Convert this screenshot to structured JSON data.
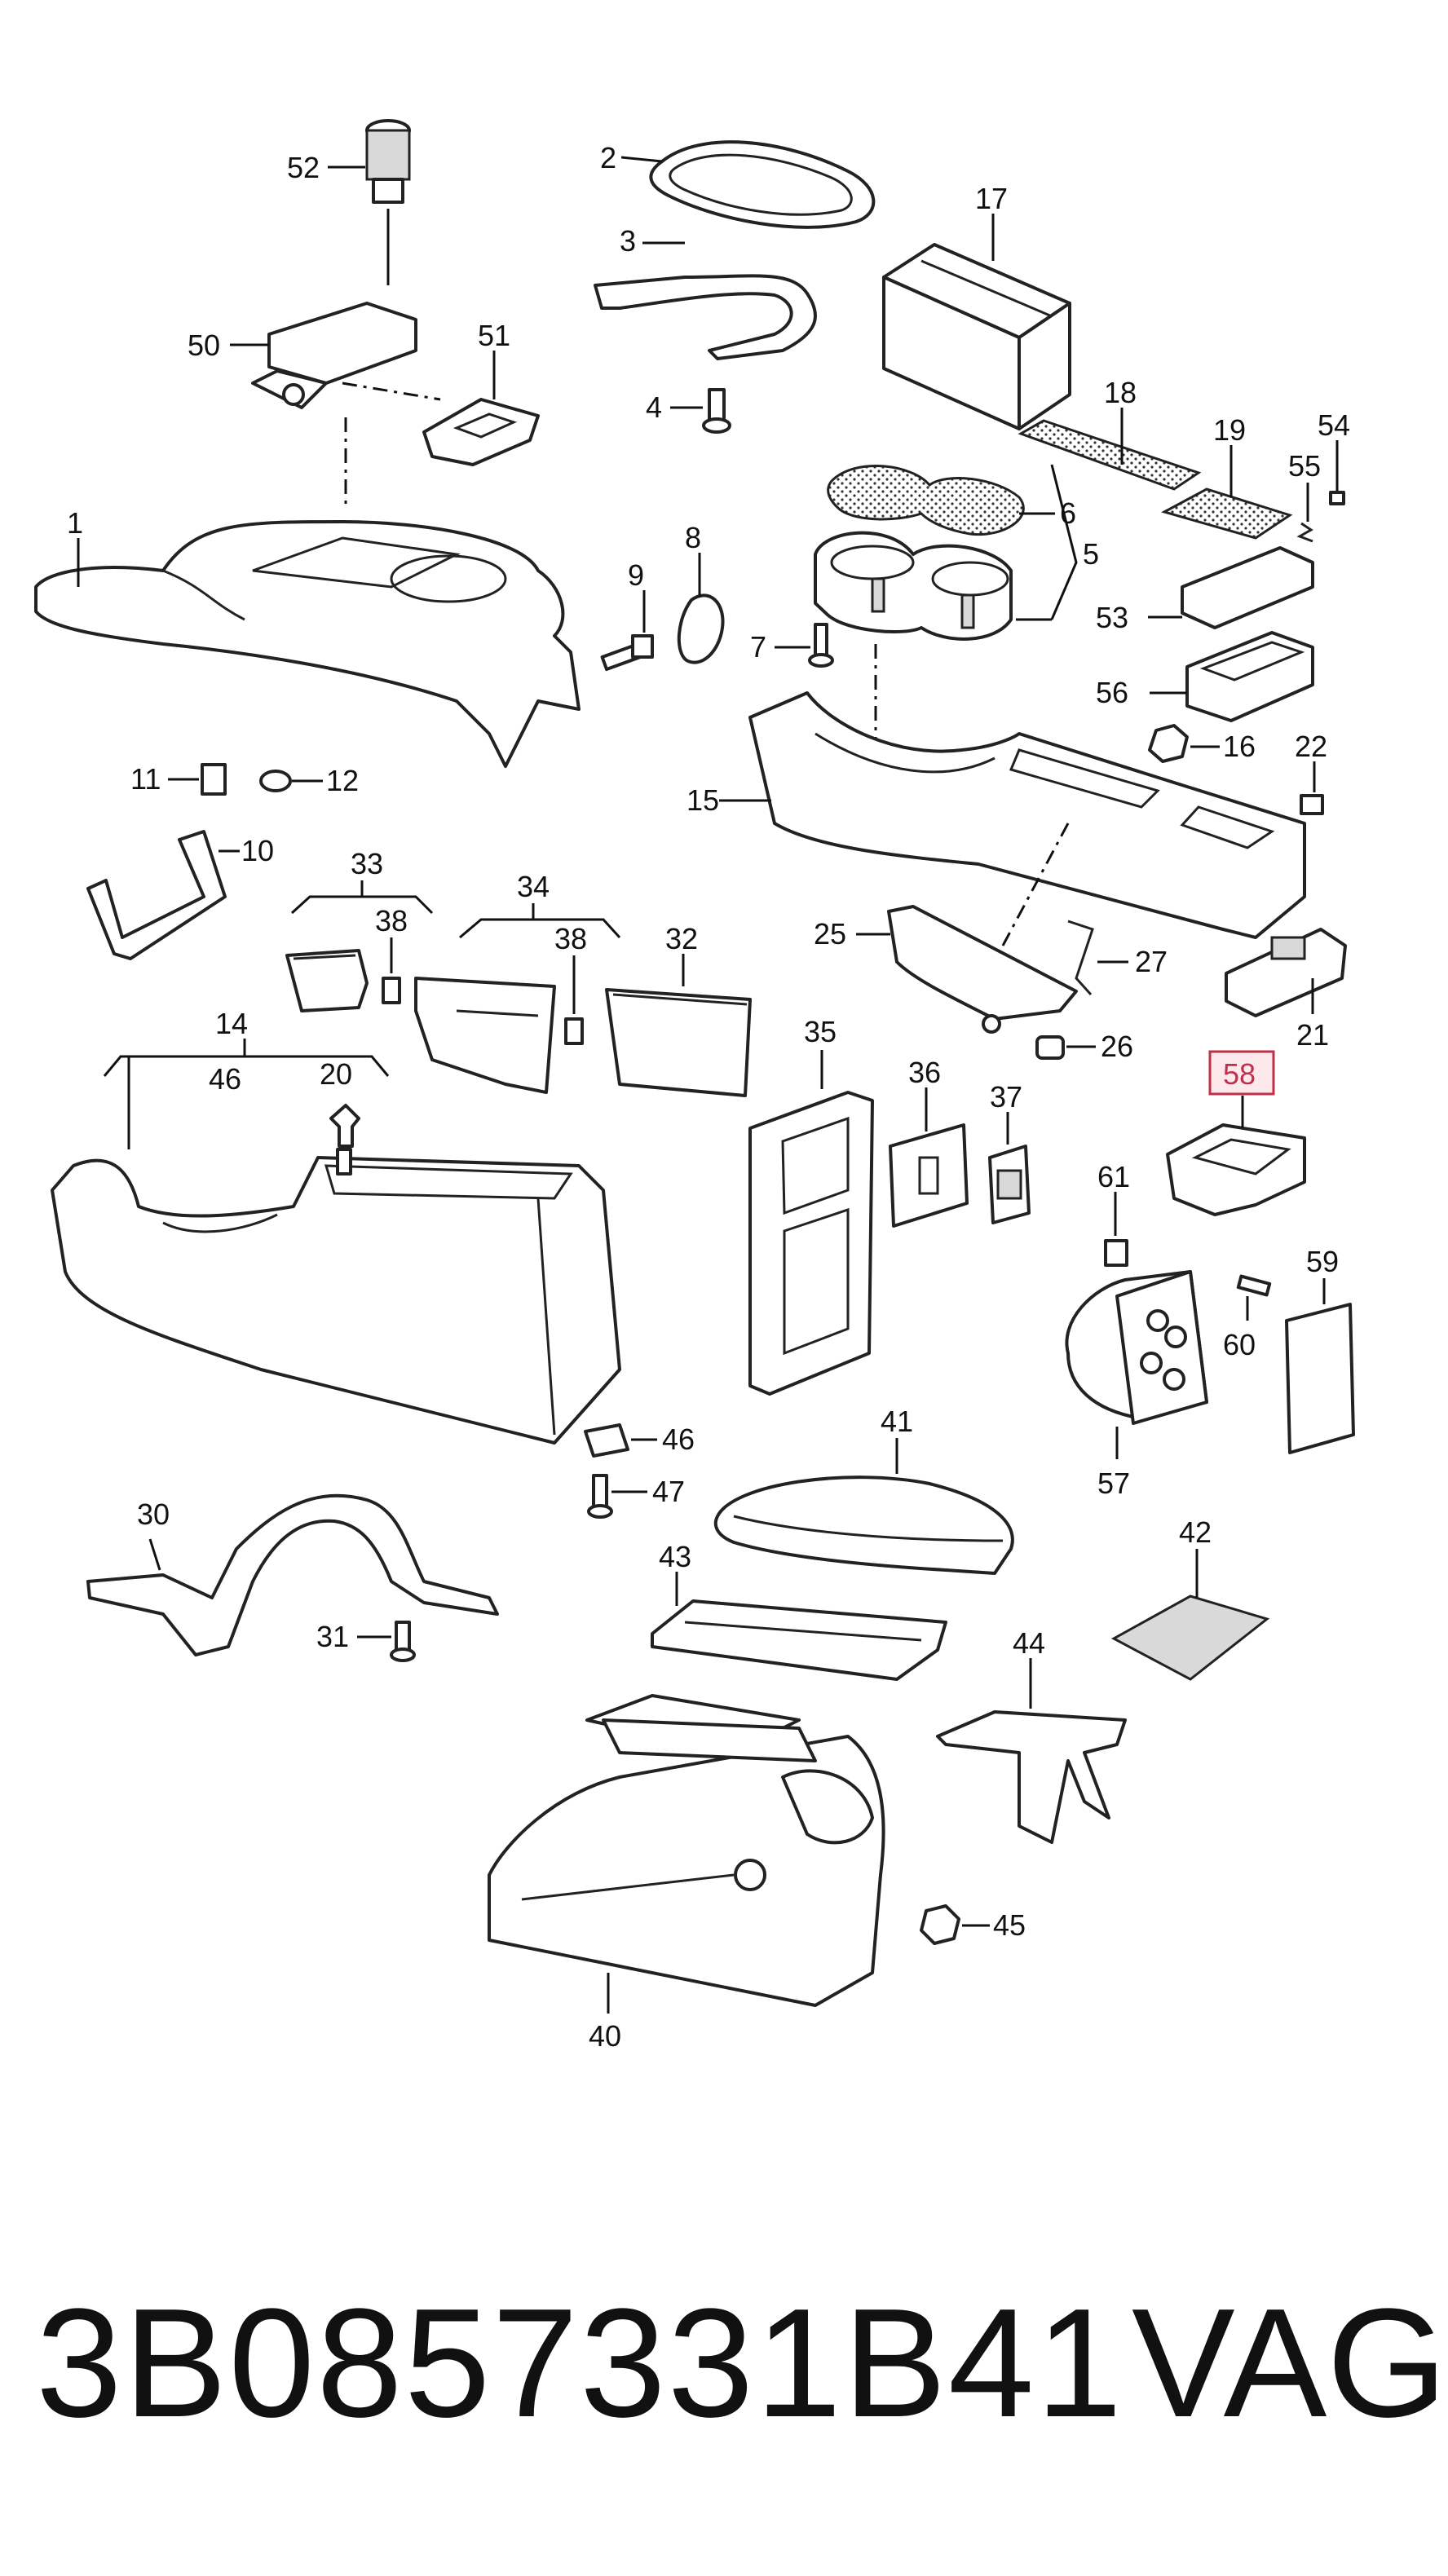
{
  "diagram": {
    "highlighted_callout": "58",
    "highlight_color": "#c0304a",
    "callouts": {
      "c52": "52",
      "c2": "2",
      "c17": "17",
      "c3": "3",
      "c50": "50",
      "c51": "51",
      "c4": "4",
      "c18": "18",
      "c19": "19",
      "c54": "54",
      "c55": "55",
      "c6": "6",
      "c5": "5",
      "c1": "1",
      "c8": "8",
      "c9": "9",
      "c53": "53",
      "c7": "7",
      "c56": "56",
      "c16": "16",
      "c22": "22",
      "c15": "15",
      "c11": "11",
      "c12": "12",
      "c10": "10",
      "c33": "33",
      "c34": "34",
      "c38a": "38",
      "c38b": "38",
      "c32": "32",
      "c25": "25",
      "c27": "27",
      "c21": "21",
      "c14": "14",
      "c46a": "46",
      "c20": "20",
      "c35": "35",
      "c26": "26",
      "c36": "36",
      "c37": "37",
      "c58": "58",
      "c61": "61",
      "c59": "59",
      "c60": "60",
      "c57": "57",
      "c46b": "46",
      "c47": "47",
      "c41": "41",
      "c30": "30",
      "c43": "43",
      "c42": "42",
      "c31": "31",
      "c44": "44",
      "c45": "45",
      "c40": "40"
    }
  },
  "footer": {
    "part_number": "3B0857331B41",
    "brand": "VAG"
  }
}
